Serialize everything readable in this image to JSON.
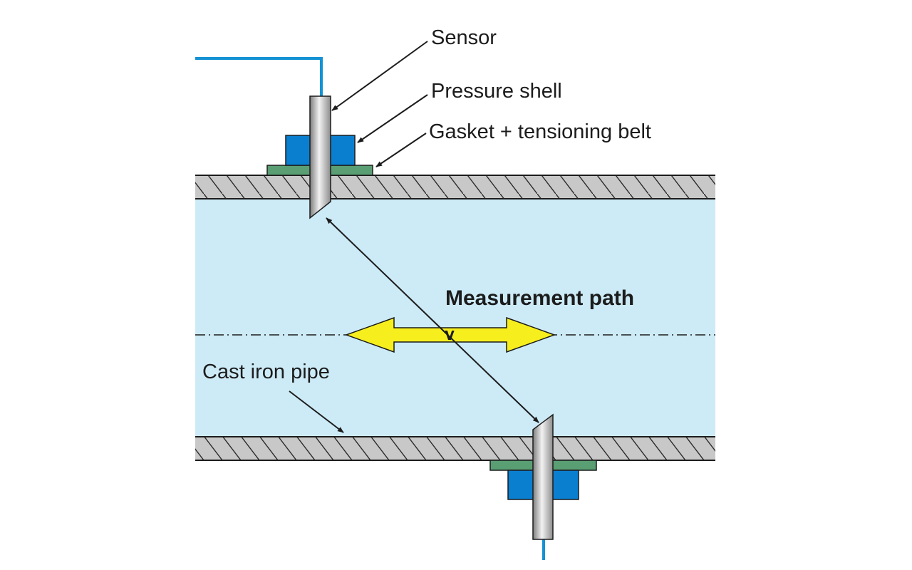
{
  "labels": {
    "sensor": "Sensor",
    "pressure_shell": "Pressure shell",
    "gasket": "Gasket + tensioning belt",
    "measurement_path": "Measurement path",
    "velocity": "v",
    "pipe": "Cast iron pipe"
  },
  "colors": {
    "fluid": "#cdebf7",
    "pipe_wall": "#c8c8c8",
    "pressure_shell": "#0a7fd0",
    "gasket": "#5a9e73",
    "cable": "#1592d4",
    "flow_arrow": "#f7ef1d",
    "line": "#1c1c1c"
  }
}
